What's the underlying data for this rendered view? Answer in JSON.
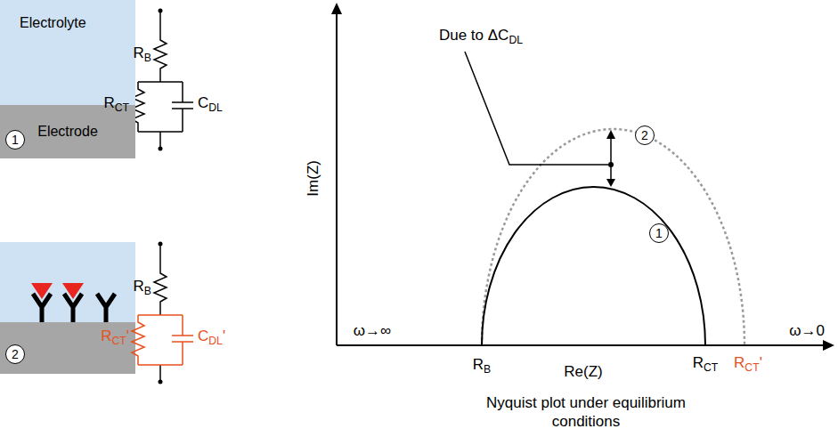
{
  "diagram": {
    "caption": "Nyquist plot under equilibrium conditions",
    "nodes": [
      {
        "text": [
          "Electrolyte"
        ]
      },
      {
        "text": [
          "Electrode"
        ]
      },
      {
        "text": [
          "1"
        ]
      },
      {
        "text": [
          "2"
        ]
      },
      {
        "text": [
          "2"
        ]
      },
      {
        "text": [
          "1"
        ]
      }
    ],
    "labels": [
      "RB",
      "RCT",
      "CDL",
      "RB",
      "RCT'",
      "CDL'",
      "Due to ΔCDL",
      "Im(Z)",
      "ω→∞",
      "ω→0",
      "RB",
      "Re(Z)",
      "RCT",
      "RCT'"
    ]
  }
}
